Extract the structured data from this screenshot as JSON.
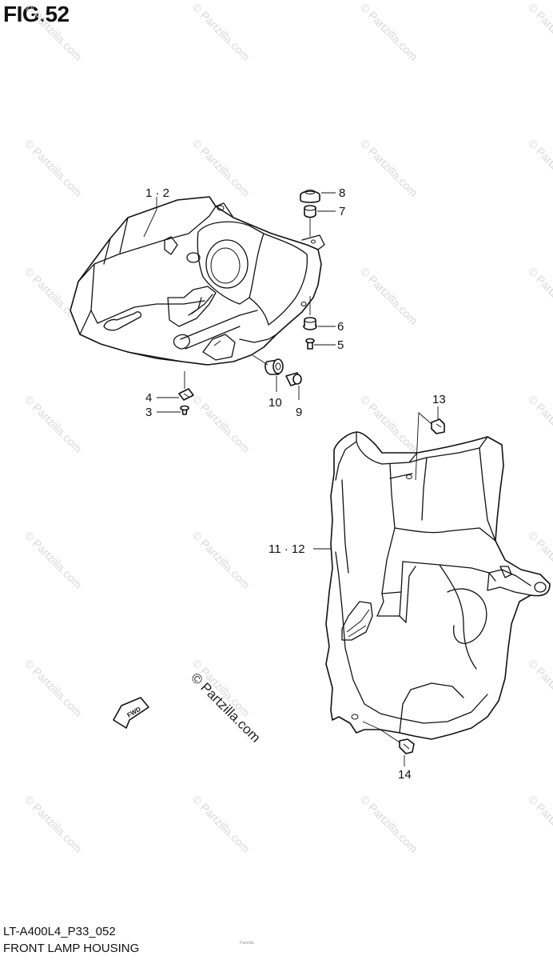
{
  "figure": {
    "title": "FIG.52",
    "code": "LT-A400L4_P33_052",
    "caption": "FRONT LAMP HOUSING",
    "tiny_note": "Partzilla"
  },
  "callouts": {
    "c1_2": "1 · 2",
    "c3": "3",
    "c4": "4",
    "c5": "5",
    "c6": "6",
    "c7": "7",
    "c8": "8",
    "c9": "9",
    "c10": "10",
    "c11_12": "11 · 12",
    "c13": "13",
    "c14": "14"
  },
  "fwd_label": "FWD",
  "watermark_text": "© Partzilla.com",
  "center_watermark_text": "© Partzilla.com"
}
